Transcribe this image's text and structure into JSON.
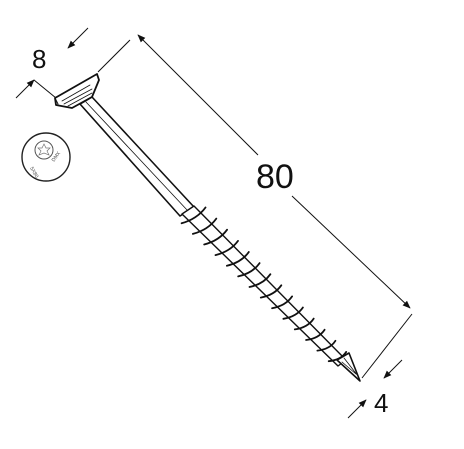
{
  "dimensions": {
    "length": "80",
    "head_diameter": "8",
    "thread_diameter": "4"
  },
  "head_marking": {
    "text_top": "DMX",
    "text_bottom": "5X80"
  },
  "colors": {
    "line": "#111111",
    "background": "#ffffff"
  }
}
